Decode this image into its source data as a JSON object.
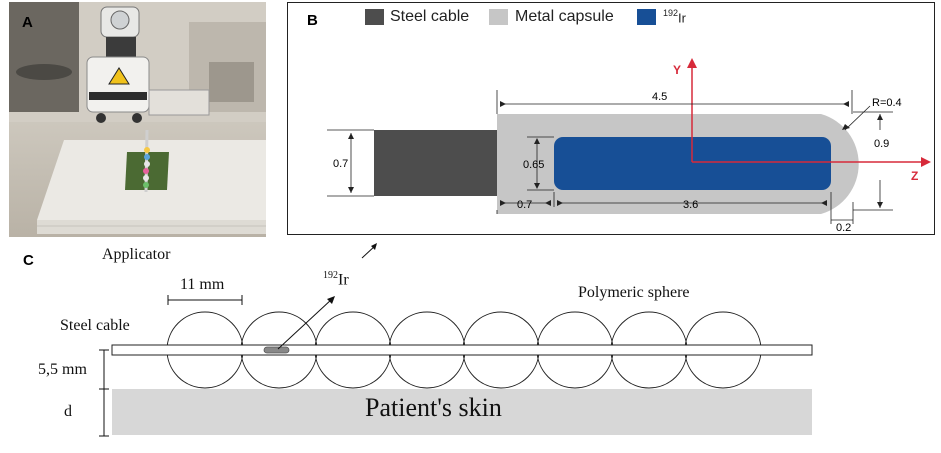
{
  "panel_a": {
    "letter": "A"
  },
  "panel_b": {
    "letter": "B",
    "legend": [
      {
        "label": "Steel cable",
        "color": "#4d4d4d"
      },
      {
        "label": "Metal capsule",
        "color": "#c6c6c6"
      },
      {
        "label_sup": "192",
        "label": "Ir",
        "color": "#174f96"
      }
    ],
    "axis_y": "Y",
    "axis_z": "Z",
    "axis_color": "#d72a3a",
    "dims": {
      "total_length": "4.5",
      "radius": "R=0.4",
      "cable_width": "0.7",
      "core_width": "0.65",
      "wall": "0.7",
      "core_length": "3.6",
      "half_width": "0.9",
      "tip": "0.2"
    }
  },
  "panel_c": {
    "letter": "C",
    "applicator": "Applicator",
    "spacing": "11 mm",
    "source_sup": "192",
    "source": "Ir",
    "polymeric_sphere": "Polymeric sphere",
    "steel_cable": "Steel cable",
    "gap": "5,5 mm",
    "depth": "d",
    "skin": "Patient's skin"
  }
}
